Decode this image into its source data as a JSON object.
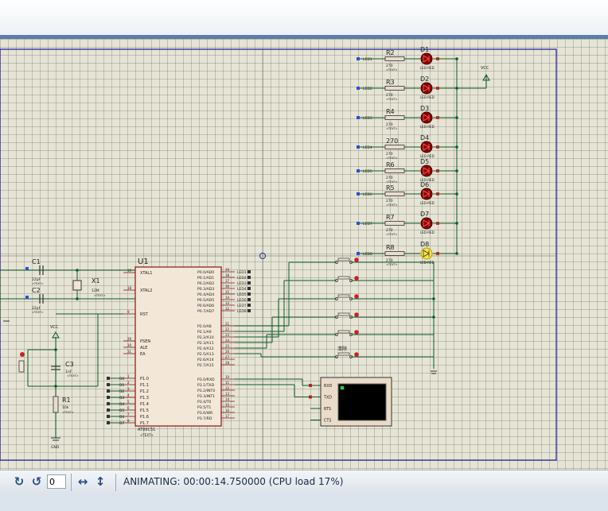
{
  "status": {
    "text": "ANIMATING: 00:00:14.750000 (CPU load 17%)",
    "step_input_value": "0"
  },
  "icons": [
    "rotate-cw-icon",
    "rotate-ccw-icon",
    "mirror-horizontal-icon",
    "mirror-vertical-icon"
  ],
  "colors": {
    "sheet": "#e6e4d4",
    "wire": "#0c5c2a",
    "border": "#1a1a9c",
    "ic_fill": "#f3e7d8",
    "ic_border": "#8a1414",
    "led": "#8b0000"
  },
  "schematic": {
    "u1": {
      "ref": "U1",
      "part": "AT89C51",
      "text": "<TEXT>",
      "left_pins": [
        "XTAL1",
        "XTAL2",
        "RST",
        "PSEN",
        "ALE",
        "EA",
        "P1.0",
        "P1.1",
        "P1.2",
        "P1.3",
        "P1.4",
        "P1.5",
        "P1.6",
        "P1.7"
      ],
      "left_pin_numbers": [
        "19",
        "18",
        "9",
        "29",
        "30",
        "31",
        "1",
        "2",
        "3",
        "4",
        "5",
        "6",
        "7",
        "8"
      ],
      "right_pins": [
        "P0.0/AD0",
        "P0.1/AD1",
        "P0.2/AD2",
        "P0.3/AD3",
        "P0.4/AD4",
        "P0.5/AD5",
        "P0.6/AD6",
        "P0.7/AD7",
        "P2.0/A8",
        "P2.1/A9",
        "P2.2/A10",
        "P2.3/A11",
        "P2.4/A12",
        "P2.5/A13",
        "P2.6/A14",
        "P2.7/A15",
        "P3.0/RXD",
        "P3.1/TXD",
        "P3.2/INT0",
        "P3.3/INT1",
        "P3.4/T0",
        "P3.5/T1",
        "P3.6/WR",
        "P3.7/RD"
      ],
      "right_pin_numbers": [
        "39",
        "38",
        "37",
        "36",
        "35",
        "34",
        "33",
        "32",
        "21",
        "22",
        "23",
        "24",
        "25",
        "26",
        "27",
        "28",
        "10",
        "11",
        "12",
        "13",
        "14",
        "15",
        "16",
        "17"
      ],
      "p0_labels": [
        "LED1",
        "LED2",
        "LED3",
        "LED4",
        "LED5",
        "LED6",
        "LED7",
        "LED8"
      ],
      "p1_labels": [
        "D0",
        "D1",
        "D2",
        "D3",
        "D4",
        "D5",
        "D6",
        "D7"
      ]
    },
    "caps": [
      {
        "ref": "C1",
        "value": "22pF",
        "text": "<TEXT>"
      },
      {
        "ref": "C2",
        "value": "22pF",
        "text": "<TEXT>"
      },
      {
        "ref": "C3",
        "value": "1nF",
        "text": "<TEXT>"
      }
    ],
    "crystal": {
      "ref": "X1",
      "value": "12M",
      "text": "<TEXT>"
    },
    "r1": {
      "ref": "R1",
      "value": "10k",
      "text": "<TEXT>"
    },
    "vcc": "VCC",
    "gnd": "GND",
    "led_rows": [
      {
        "net": "LED1",
        "r": "R2",
        "rv": "270",
        "d": "D1"
      },
      {
        "net": "LED2",
        "r": "R3",
        "rv": "270",
        "d": "D2"
      },
      {
        "net": "LED3",
        "r": "R4",
        "rv": "270",
        "d": "D3"
      },
      {
        "net": "LED4",
        "r": "270",
        "rv": "270",
        "d": "D4"
      },
      {
        "net": "LED5",
        "r": "R6",
        "rv": "270",
        "d": "D5"
      },
      {
        "net": "LED6",
        "r": "R5",
        "rv": "270",
        "d": "D6"
      },
      {
        "net": "LED7",
        "r": "R7",
        "rv": "270",
        "d": "D7"
      },
      {
        "net": "LED8",
        "r": "R8",
        "rv": "270",
        "d": "D8"
      }
    ],
    "led_part": "LED-RED",
    "led_text": "<TEXT>",
    "clear_button_label": "清除",
    "terminal_pins": [
      "RXD",
      "TXD",
      "RTS",
      "CTS"
    ]
  }
}
